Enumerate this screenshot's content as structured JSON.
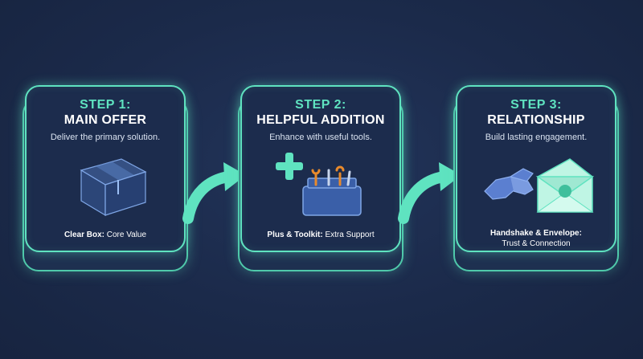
{
  "steps": [
    {
      "label": "STEP 1:",
      "title": "MAIN OFFER",
      "description": "Deliver the primary solution.",
      "icon": "clear-box-icon",
      "caption_bold": "Clear Box:",
      "caption_rest": " Core Value"
    },
    {
      "label": "STEP 2:",
      "title": "HELPFUL ADDITION",
      "description": "Enhance with useful tools.",
      "icon": "plus-toolkit-icon",
      "caption_bold": "Plus & Toolkit:",
      "caption_rest": " Extra Support"
    },
    {
      "label": "STEP 3:",
      "title": "RELATIONSHIP",
      "description": "Build lasting engagement.",
      "icon": "handshake-envelope-icon",
      "caption_bold": "Handshake & Envelope:",
      "caption_rest": "Trust & Connection"
    }
  ],
  "colors": {
    "background": "#1b2a4a",
    "accent": "#5fe3c0",
    "text": "#ffffff"
  }
}
